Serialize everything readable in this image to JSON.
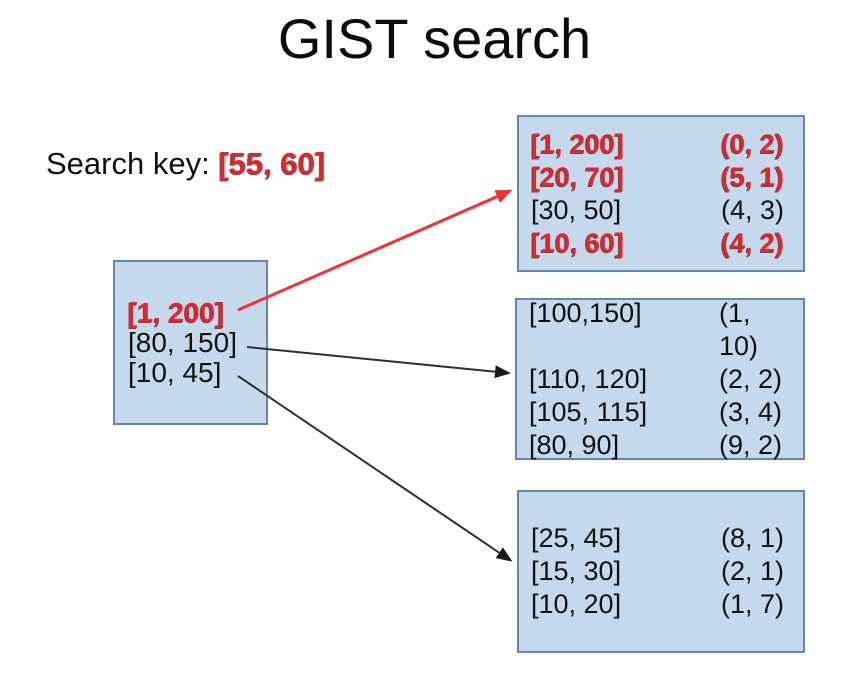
{
  "title": "GIST search",
  "search_key": {
    "label": "Search key:",
    "value": "[55, 60]"
  },
  "root_node": {
    "entries": [
      {
        "key": "[1, 200]",
        "highlight": true
      },
      {
        "key": "[80, 150]",
        "highlight": false
      },
      {
        "key": "[10, 45]",
        "highlight": false
      }
    ]
  },
  "leaf_nodes": [
    {
      "entries": [
        {
          "key": "[1, 200]",
          "pointer": "(0, 2)",
          "highlight": true
        },
        {
          "key": "[20, 70]",
          "pointer": "(5, 1)",
          "highlight": true
        },
        {
          "key": "[30, 50]",
          "pointer": "(4, 3)",
          "highlight": false
        },
        {
          "key": "[10, 60]",
          "pointer": "(4, 2)",
          "highlight": true
        }
      ]
    },
    {
      "entries": [
        {
          "key": "[100,150]",
          "pointer": "(1, 10)",
          "highlight": false
        },
        {
          "key": "[110, 120]",
          "pointer": "(2, 2)",
          "highlight": false
        },
        {
          "key": "[105, 115]",
          "pointer": "(3, 4)",
          "highlight": false
        },
        {
          "key": "[80, 90]",
          "pointer": "(9, 2)",
          "highlight": false
        }
      ]
    },
    {
      "entries": [
        {
          "key": "[25, 45]",
          "pointer": "(8, 1)",
          "highlight": false
        },
        {
          "key": "[15, 30]",
          "pointer": "(2, 1)",
          "highlight": false
        },
        {
          "key": "[10, 20]",
          "pointer": "(1, 7)",
          "highlight": false
        }
      ]
    }
  ],
  "colors": {
    "node_fill": "#c5d8ec",
    "node_border": "#6187b0",
    "highlight_red": "#e3242a",
    "arrow_red": "#ef3438",
    "arrow_black": "#2e2e2e"
  }
}
